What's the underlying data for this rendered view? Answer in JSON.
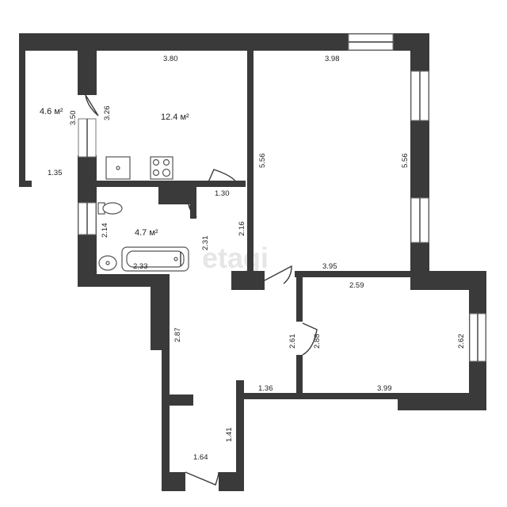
{
  "watermark": "etagi",
  "rooms": {
    "balcony": {
      "area": "4.6 м²",
      "width": "1.35",
      "depth": "3.50",
      "door": "3.26"
    },
    "kitchen": {
      "area": "12.4 м²",
      "width": "3.80"
    },
    "bathroom": {
      "area": "4.7 м²",
      "height": "2.14",
      "width": "2.33"
    },
    "living_room": {
      "top": "3.98",
      "left": "5.56",
      "right": "5.56",
      "bottom": "3.95"
    },
    "hallway": {
      "top": "1.30",
      "right_upper": "2.16",
      "left_upper": "2.31",
      "left_lower": "2.87",
      "right_lower": "2.61",
      "bottom": "1.36"
    },
    "bedroom": {
      "top": "2.59",
      "left": "2.88",
      "right": "2.62",
      "bottom": "3.99"
    },
    "entrance": {
      "height": "1.41",
      "width": "1.64"
    }
  },
  "colors": {
    "walls": "#3a3a3a",
    "fixtures": "#555555",
    "windows": "#ffffff"
  }
}
